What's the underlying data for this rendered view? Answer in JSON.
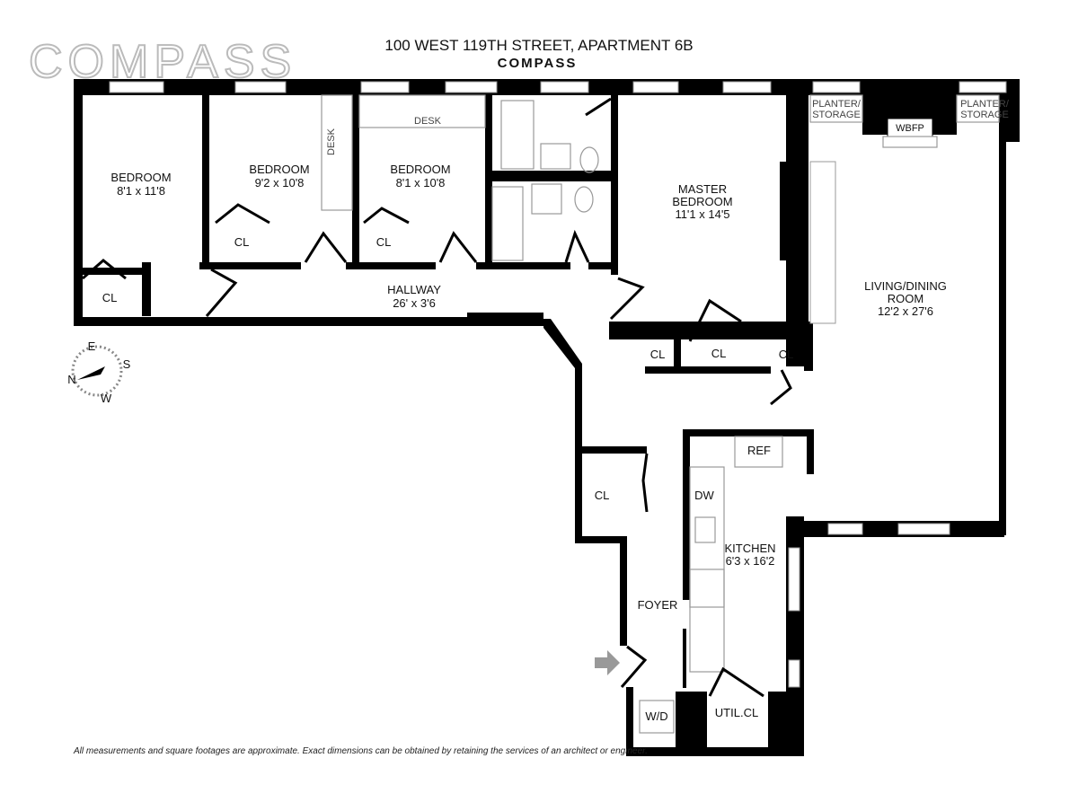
{
  "header": {
    "logo": "COMPASS",
    "title": "100 WEST 119TH STREET, APARTMENT 6B",
    "sublogo": "COMPASS"
  },
  "rooms": {
    "bedroom1": {
      "name": "BEDROOM",
      "dims": "8'1 x 11'8"
    },
    "bedroom2": {
      "name": "BEDROOM",
      "dims": "9'2 x 10'8"
    },
    "bedroom3": {
      "name": "BEDROOM",
      "dims": "8'1 x 10'8"
    },
    "master": {
      "name1": "MASTER",
      "name2": "BEDROOM",
      "dims": "11'1 x 14'5"
    },
    "living": {
      "name1": "LIVING/DINING",
      "name2": "ROOM",
      "dims": "12'2 x 27'6"
    },
    "hallway": {
      "name": "HALLWAY",
      "dims": "26' x 3'6"
    },
    "kitchen": {
      "name": "KITCHEN",
      "dims": "6'3 x 16'2"
    },
    "foyer": {
      "name": "FOYER"
    }
  },
  "fixtures": {
    "closet": "CL",
    "desk": "DESK",
    "planter1": "PLANTER/",
    "planter2": "STORAGE",
    "wbfp": "WBFP",
    "ref": "REF",
    "dw": "DW",
    "wd": "W/D",
    "util": "UTIL.CL"
  },
  "compass": {
    "n": "N",
    "e": "E",
    "s": "S",
    "w": "W"
  },
  "disclaimer": "All measurements and square footages are approximate. Exact dimensions can be obtained by retaining the services of an architect or engineer."
}
